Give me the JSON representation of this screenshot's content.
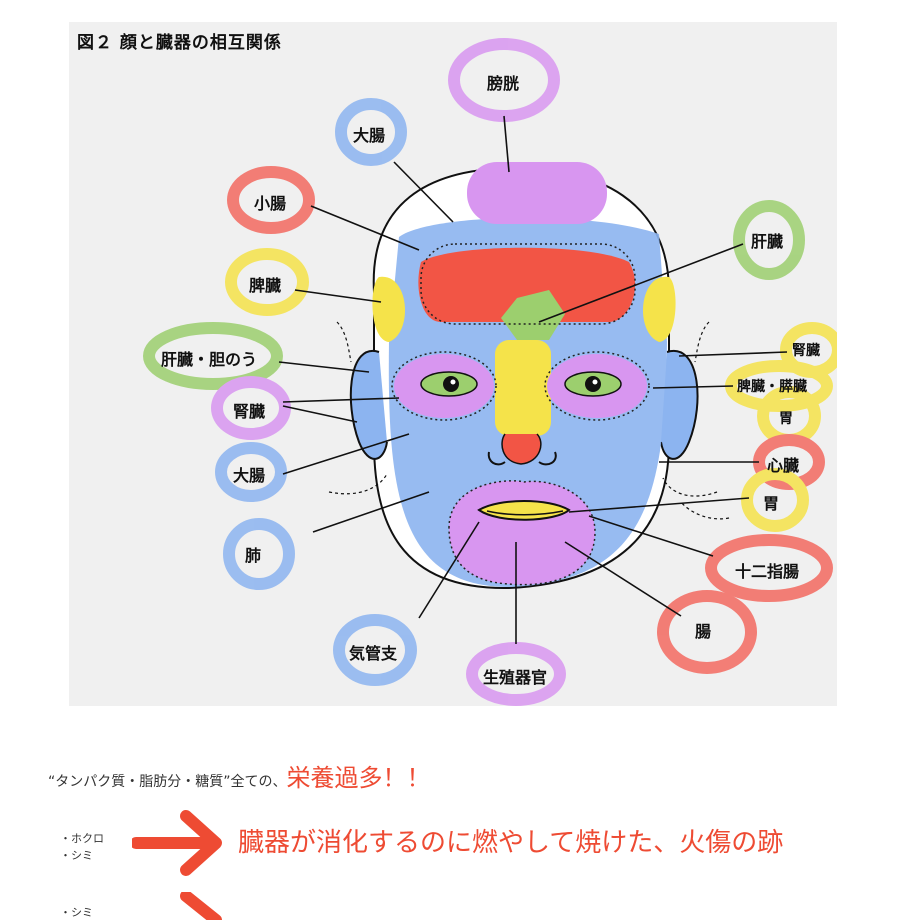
{
  "figure": {
    "title": "図２ 顔と臓器の相互関係",
    "labels": {
      "bladder": "膀胱",
      "large_intestine_top": "大腸",
      "small_intestine": "小腸",
      "spleen_left": "脾臓",
      "liver_gallbladder": "肝臓・胆のう",
      "kidney_left": "腎臓",
      "large_intestine_left": "大腸",
      "lung": "肺",
      "trachea": "気管支",
      "reproductive": "生殖器官",
      "liver_right": "肝臓",
      "kidney_right": "腎臓",
      "spleen_pancreas": "脾臓・膵臓",
      "stomach_upper": "胃",
      "heart": "心臓",
      "stomach_lower": "胃",
      "duodenum": "十二指腸",
      "intestine": "腸"
    }
  },
  "notes": {
    "line1_prefix": "“タンパク質・脂肪分・糖質”全ての、",
    "line1_highlight": "栄養過多！！",
    "row1_bullets": [
      "・ホクロ",
      "・シミ"
    ],
    "row1_text": "臓器が消化するのに燃やして焼けた、火傷の跡",
    "row2_bullets": [
      "・シミ"
    ]
  },
  "colors": {
    "accent_red": "#ee4b33",
    "highlight_blue": "#8cb4f0",
    "highlight_purple": "#d896f0",
    "highlight_red": "#f36a60",
    "highlight_yellow": "#f5e34a",
    "highlight_green": "#9ccf6e"
  },
  "icons": [
    "arrow-right-icon"
  ]
}
